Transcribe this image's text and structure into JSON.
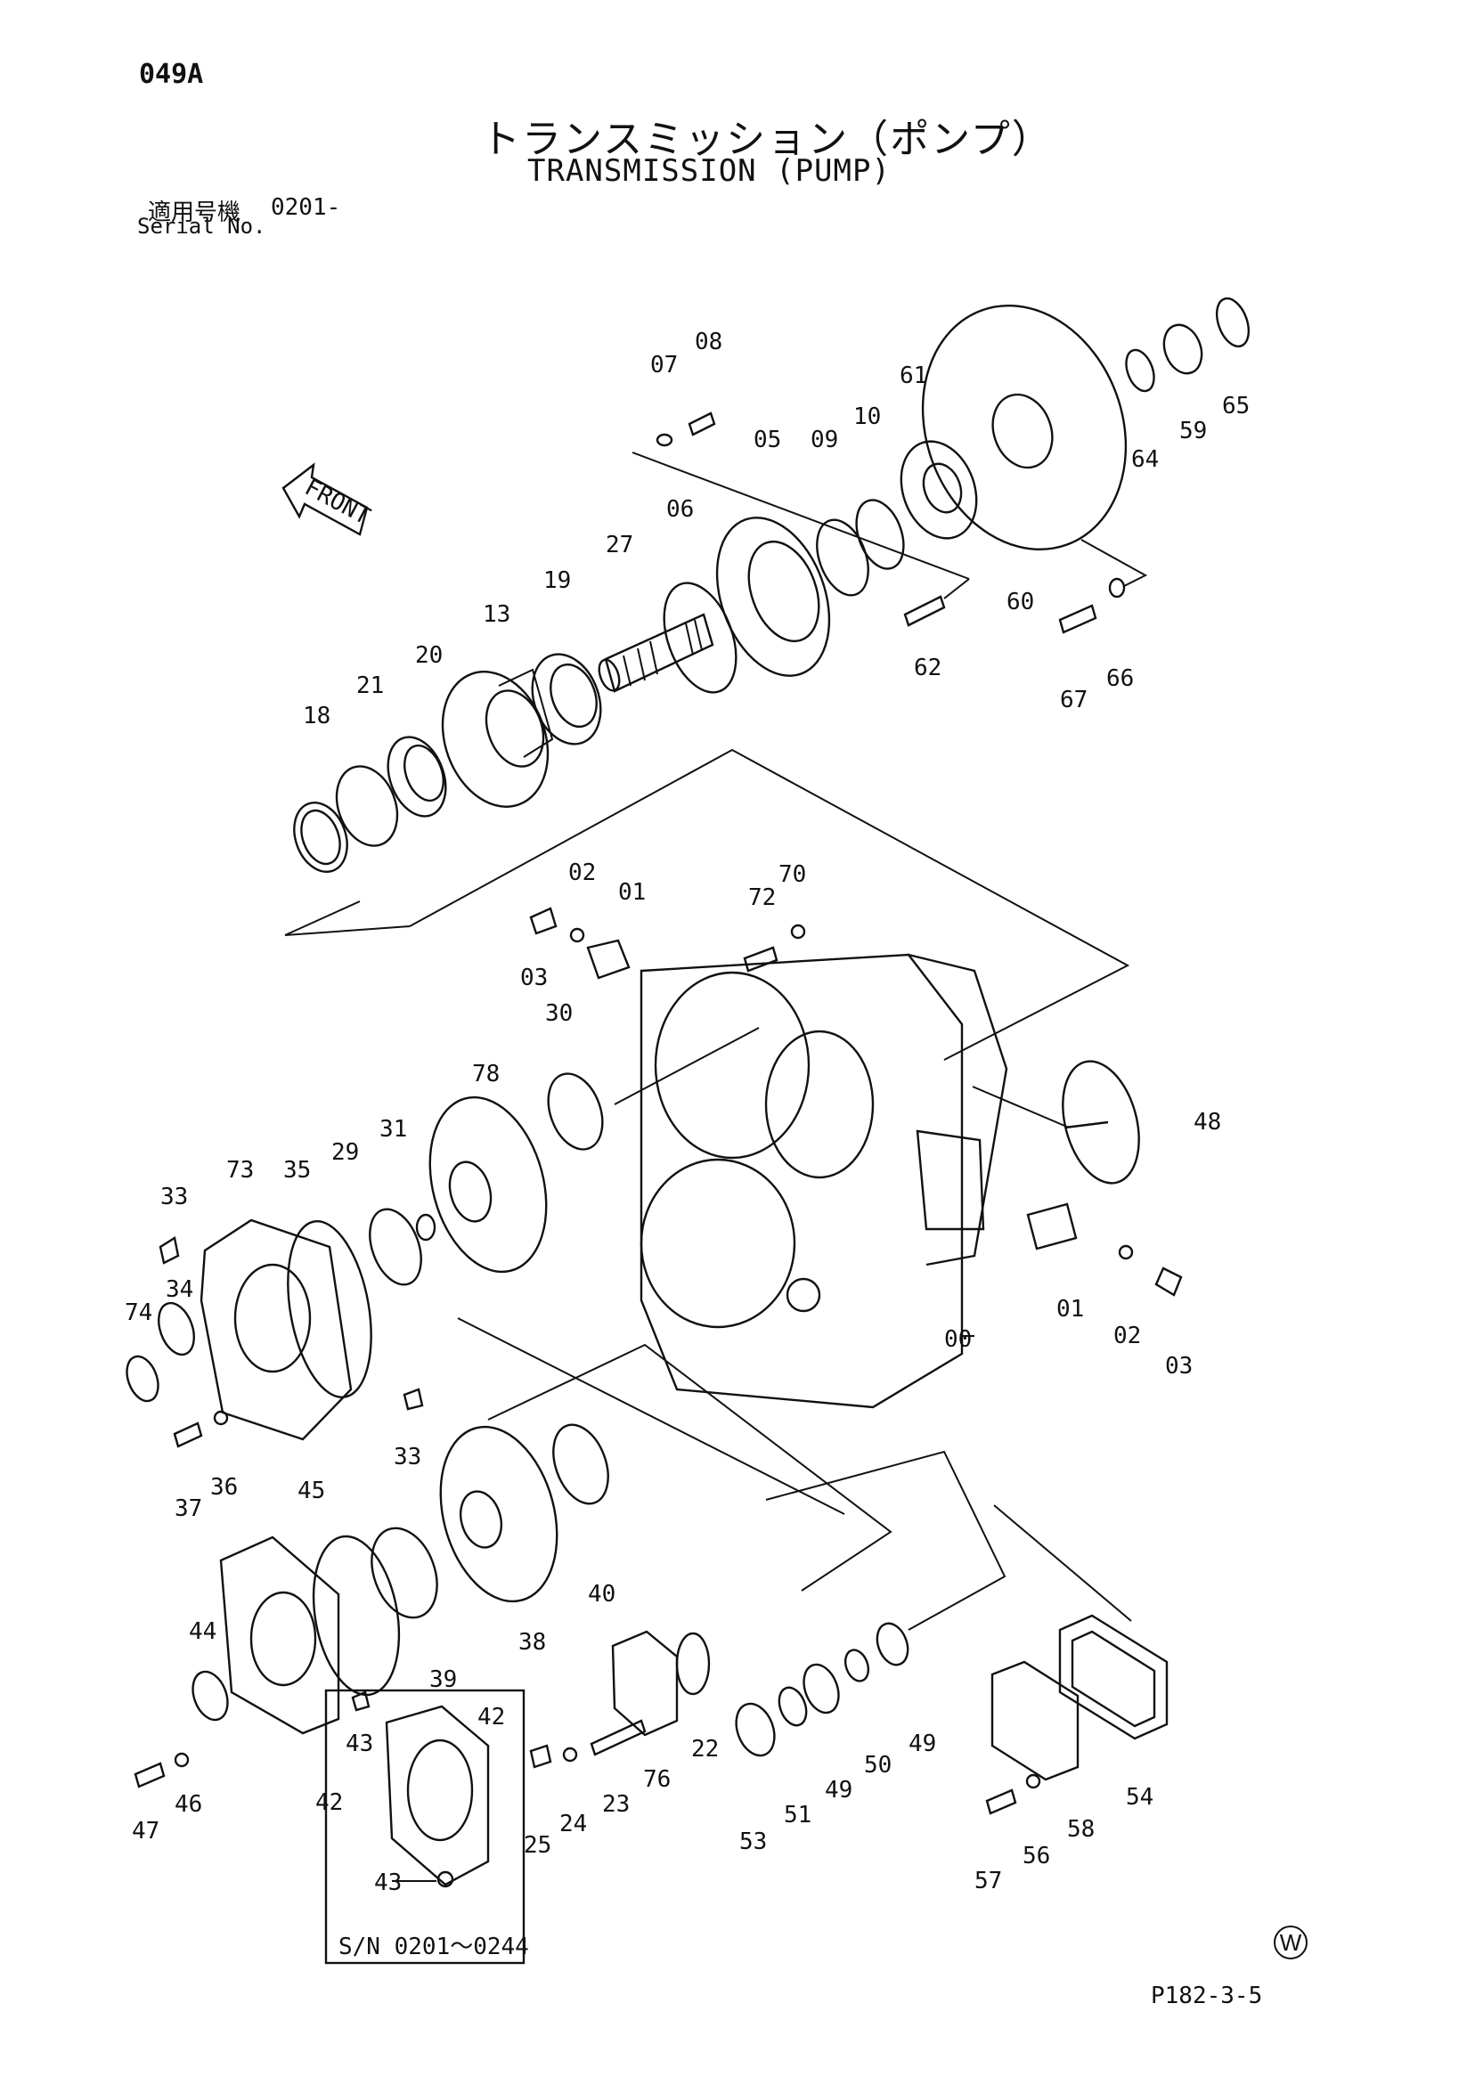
{
  "header": {
    "page_code": "049A",
    "title_jp": "トランスミッション（ポンプ）",
    "title_en": "TRANSMISSION (PUMP)",
    "serial_jp_label": "適用号機",
    "serial_range": "0201-",
    "serial_en_label": "Serial No."
  },
  "direction_label": "FRONT",
  "part_labels": {
    "p00": "00",
    "p01a": "01",
    "p01b": "01",
    "p02a": "02",
    "p02b": "02",
    "p03a": "03",
    "p03b": "03",
    "p05": "05",
    "p06": "06",
    "p07": "07",
    "p08": "08",
    "p09": "09",
    "p10": "10",
    "p13": "13",
    "p18": "18",
    "p19": "19",
    "p20": "20",
    "p21": "21",
    "p22": "22",
    "p23": "23",
    "p24": "24",
    "p25": "25",
    "p27": "27",
    "p29": "29",
    "p30": "30",
    "p31": "31",
    "p33a": "33",
    "p33b": "33",
    "p34": "34",
    "p35": "35",
    "p36": "36",
    "p37": "37",
    "p38": "38",
    "p39": "39",
    "p40": "40",
    "p42a": "42",
    "p42b": "42",
    "p43a": "43",
    "p43b": "43",
    "p44": "44",
    "p45": "45",
    "p46": "46",
    "p47": "47",
    "p48": "48",
    "p49a": "49",
    "p49b": "49",
    "p50": "50",
    "p51": "51",
    "p53": "53",
    "p54": "54",
    "p56": "56",
    "p57": "57",
    "p58": "58",
    "p59": "59",
    "p60": "60",
    "p61": "61",
    "p62": "62",
    "p64": "64",
    "p65": "65",
    "p66": "66",
    "p67": "67",
    "p70": "70",
    "p72": "72",
    "p73": "73",
    "p74": "74",
    "p76": "76",
    "p78": "78"
  },
  "inset": {
    "serial_range": "S/N 0201～0244"
  },
  "footer": {
    "mark": "W",
    "page_ref": "P182-3-5"
  }
}
